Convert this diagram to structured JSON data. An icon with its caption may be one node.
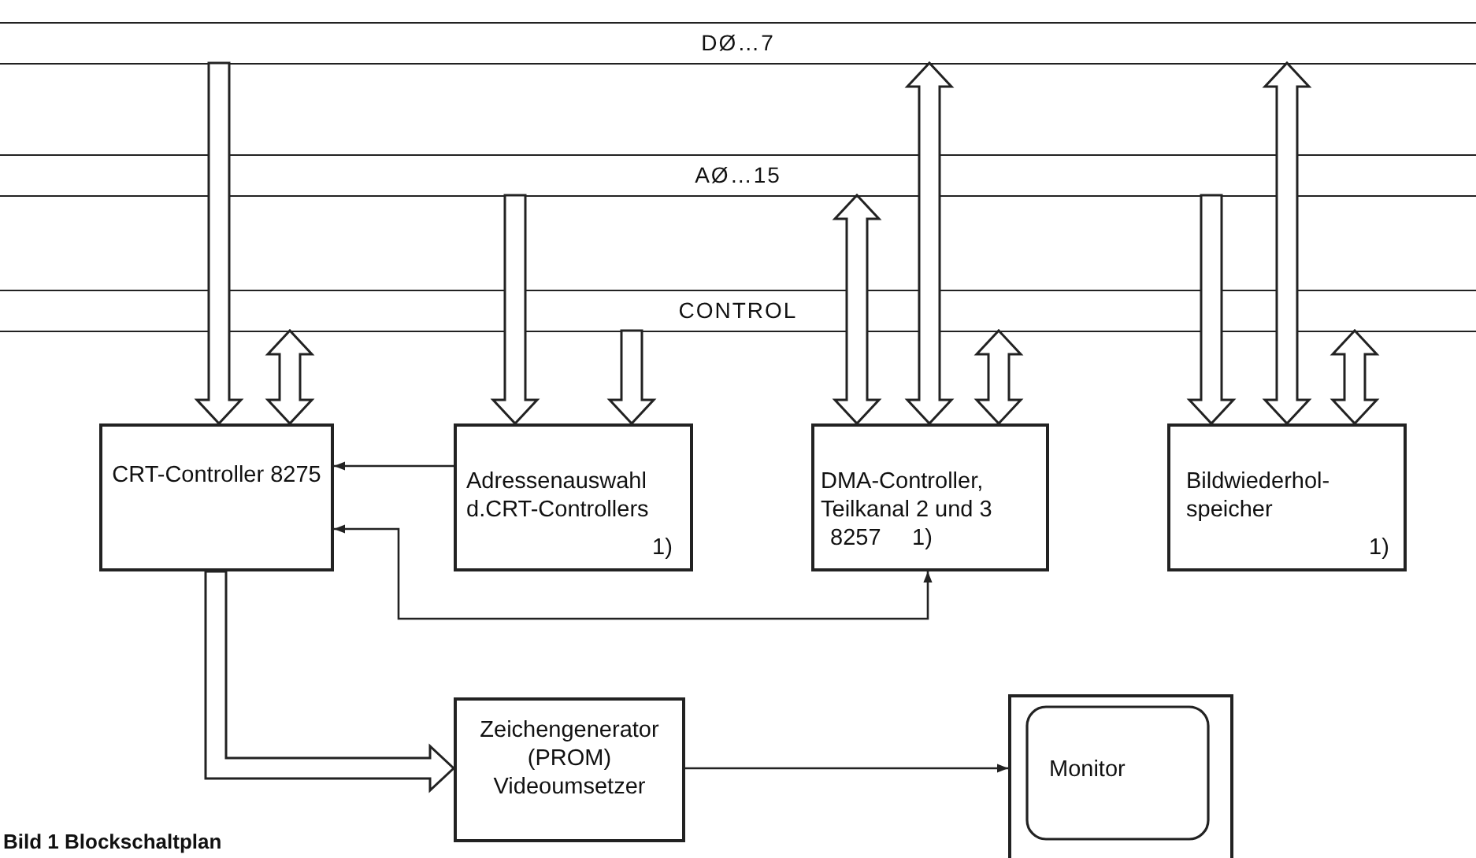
{
  "diagram": {
    "caption": "Bild 1  Blockschaltplan",
    "nodes": [
      {
        "text": [
          "DØ…7"
        ]
      },
      {
        "text": [
          "AØ…15"
        ]
      },
      {
        "text": [
          "CONTROL"
        ]
      },
      {
        "text": [
          "CRT-Controller 8275"
        ]
      },
      {
        "text": [
          "Adressenauswahl d.CRT-Controllers",
          "1)"
        ]
      },
      {
        "text": [
          "DMA-Controller, Teilkanal 2 und 3",
          "8257",
          "1)"
        ]
      },
      {
        "text": [
          "Bildwiederhol- speicher",
          "1)"
        ]
      },
      {
        "text": [
          "Zeichengenerator (PROM) Videoumsetzer"
        ]
      },
      {
        "text": [
          "Monitor"
        ]
      }
    ],
    "edges": [
      {
        "from": 0,
        "to": 3,
        "arrow": "to",
        "style": "thick"
      },
      {
        "from": 2,
        "to": 3,
        "arrow": "both",
        "style": "thick"
      },
      {
        "from": 1,
        "to": 4,
        "arrow": "to",
        "style": "thick"
      },
      {
        "from": 2,
        "to": 4,
        "arrow": "to",
        "style": "thick"
      },
      {
        "from": 1,
        "to": 5,
        "arrow": "both",
        "style": "thick"
      },
      {
        "from": 0,
        "to": 5,
        "arrow": "both",
        "style": "thick"
      },
      {
        "from": 2,
        "to": 5,
        "arrow": "both",
        "style": "thick"
      },
      {
        "from": 1,
        "to": 6,
        "arrow": "to",
        "style": "thick"
      },
      {
        "from": 0,
        "to": 6,
        "arrow": "both",
        "style": "thick"
      },
      {
        "from": 2,
        "to": 6,
        "arrow": "both",
        "style": "thick"
      },
      {
        "from": 4,
        "to": 3,
        "arrow": "to"
      },
      {
        "from": 5,
        "to": 3,
        "arrow": "both"
      },
      {
        "from": 3,
        "to": 7,
        "arrow": "to",
        "style": "thick"
      },
      {
        "from": 7,
        "to": 8,
        "arrow": "to"
      }
    ]
  }
}
